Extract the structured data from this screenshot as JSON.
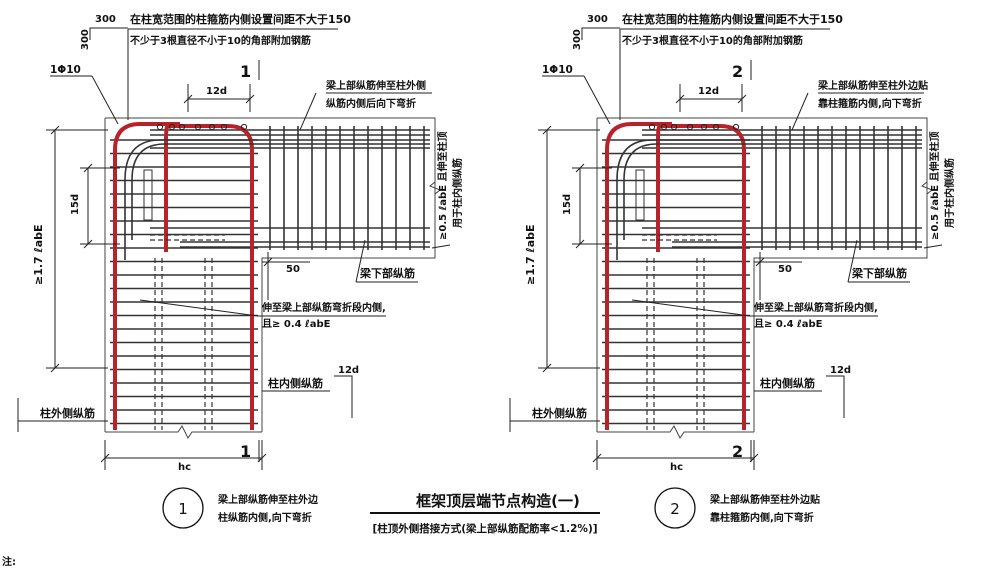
{
  "details": [
    {
      "top_note_line1": "在柱宽范围的柱箍筋内侧设置间距不大于150",
      "top_note_line2": "不少于3根直径不小于10的角部附加钢筋",
      "dim_300_top": "300",
      "dim_300_side": "300",
      "label_1phi10": "1Φ10",
      "section_mark": "1",
      "dim_12d_top": "12d",
      "beam_note_line1": "梁上部纵筋伸至柱外侧",
      "beam_note_line2": "纵筋内侧后向下弯折",
      "dim_15d": "15d",
      "dim_17lab": "≥1.7 ℓabE",
      "right_note_line1": "≥0.5 ℓabE 且伸至柱顶",
      "right_note_line2": "用于柱内侧纵筋",
      "dim_50": "50",
      "beam_bottom_label": "梁下部纵筋",
      "extend_note_line1": "伸至梁上部纵筋弯折段内侧,",
      "extend_note_line2": "且≥ 0.4 ℓabE",
      "dim_12d_side": "12d",
      "col_inner_label": "柱内侧纵筋",
      "col_outer_label": "柱外侧纵筋",
      "dim_hc": "hc",
      "circle_num": "1",
      "caption_line1": "梁上部纵筋伸至柱外边",
      "caption_line2": "柱纵筋内侧,向下弯折"
    },
    {
      "top_note_line1": "在柱宽范围的柱箍筋内侧设置间距不大于150",
      "top_note_line2": "不少于3根直径不小于10的角部附加钢筋",
      "dim_300_top": "300",
      "dim_300_side": "300",
      "label_1phi10": "1Φ10",
      "section_mark": "2",
      "dim_12d_top": "12d",
      "beam_note_line1": "梁上部纵筋伸至柱外边贴",
      "beam_note_line2": "靠柱箍筋内侧,向下弯折",
      "dim_15d": "15d",
      "dim_17lab": "≥1.7 ℓabE",
      "right_note_line1": "≥0.5 ℓabE 且伸至柱顶",
      "right_note_line2": "用于柱内侧纵筋",
      "dim_50": "50",
      "beam_bottom_label": "梁下部纵筋",
      "extend_note_line1": "伸至梁上部纵筋弯折段内侧,",
      "extend_note_line2": "且≥ 0.4 ℓabE",
      "dim_12d_side": "12d",
      "col_inner_label": "柱内侧纵筋",
      "col_outer_label": "柱外侧纵筋",
      "dim_hc": "hc",
      "circle_num": "2",
      "caption_line1": "梁上部纵筋伸至柱外边贴",
      "caption_line2": "靠柱箍筋内侧,向下弯折"
    }
  ],
  "title": "框架顶层端节点构造(一)",
  "subtitle": "[柱顶外侧搭接方式(梁上部纵筋配筋率<1.2%)]",
  "note_label": "注:"
}
